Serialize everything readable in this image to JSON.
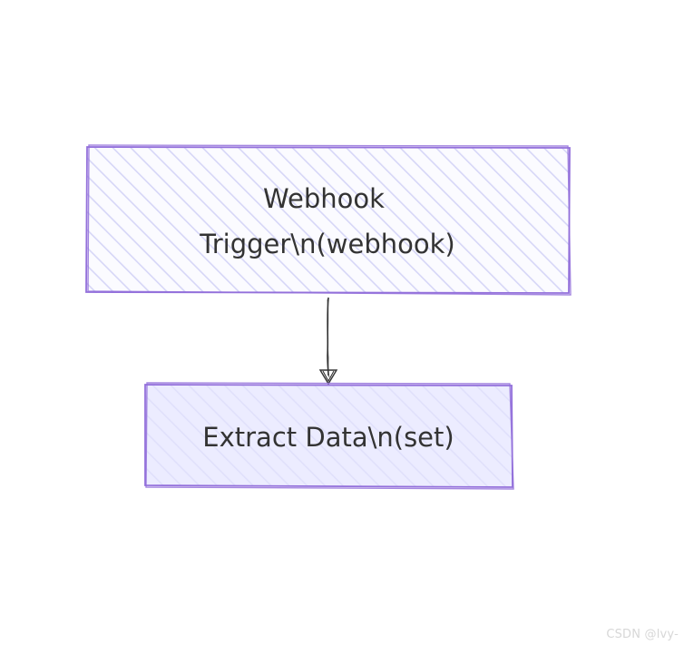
{
  "nodes": [
    {
      "id": "webhook",
      "lines": [
        "Webhook",
        "Trigger\\n(webhook)"
      ]
    },
    {
      "id": "extract",
      "lines": [
        "Extract Data\\n(set)"
      ]
    }
  ],
  "edges": [
    {
      "from": "webhook",
      "to": "extract"
    }
  ],
  "colors": {
    "node_stroke": "#9370db",
    "node_fill": "#ececff",
    "node_text": "#333333",
    "edge": "#333333"
  },
  "watermark": "CSDN @lvy-"
}
